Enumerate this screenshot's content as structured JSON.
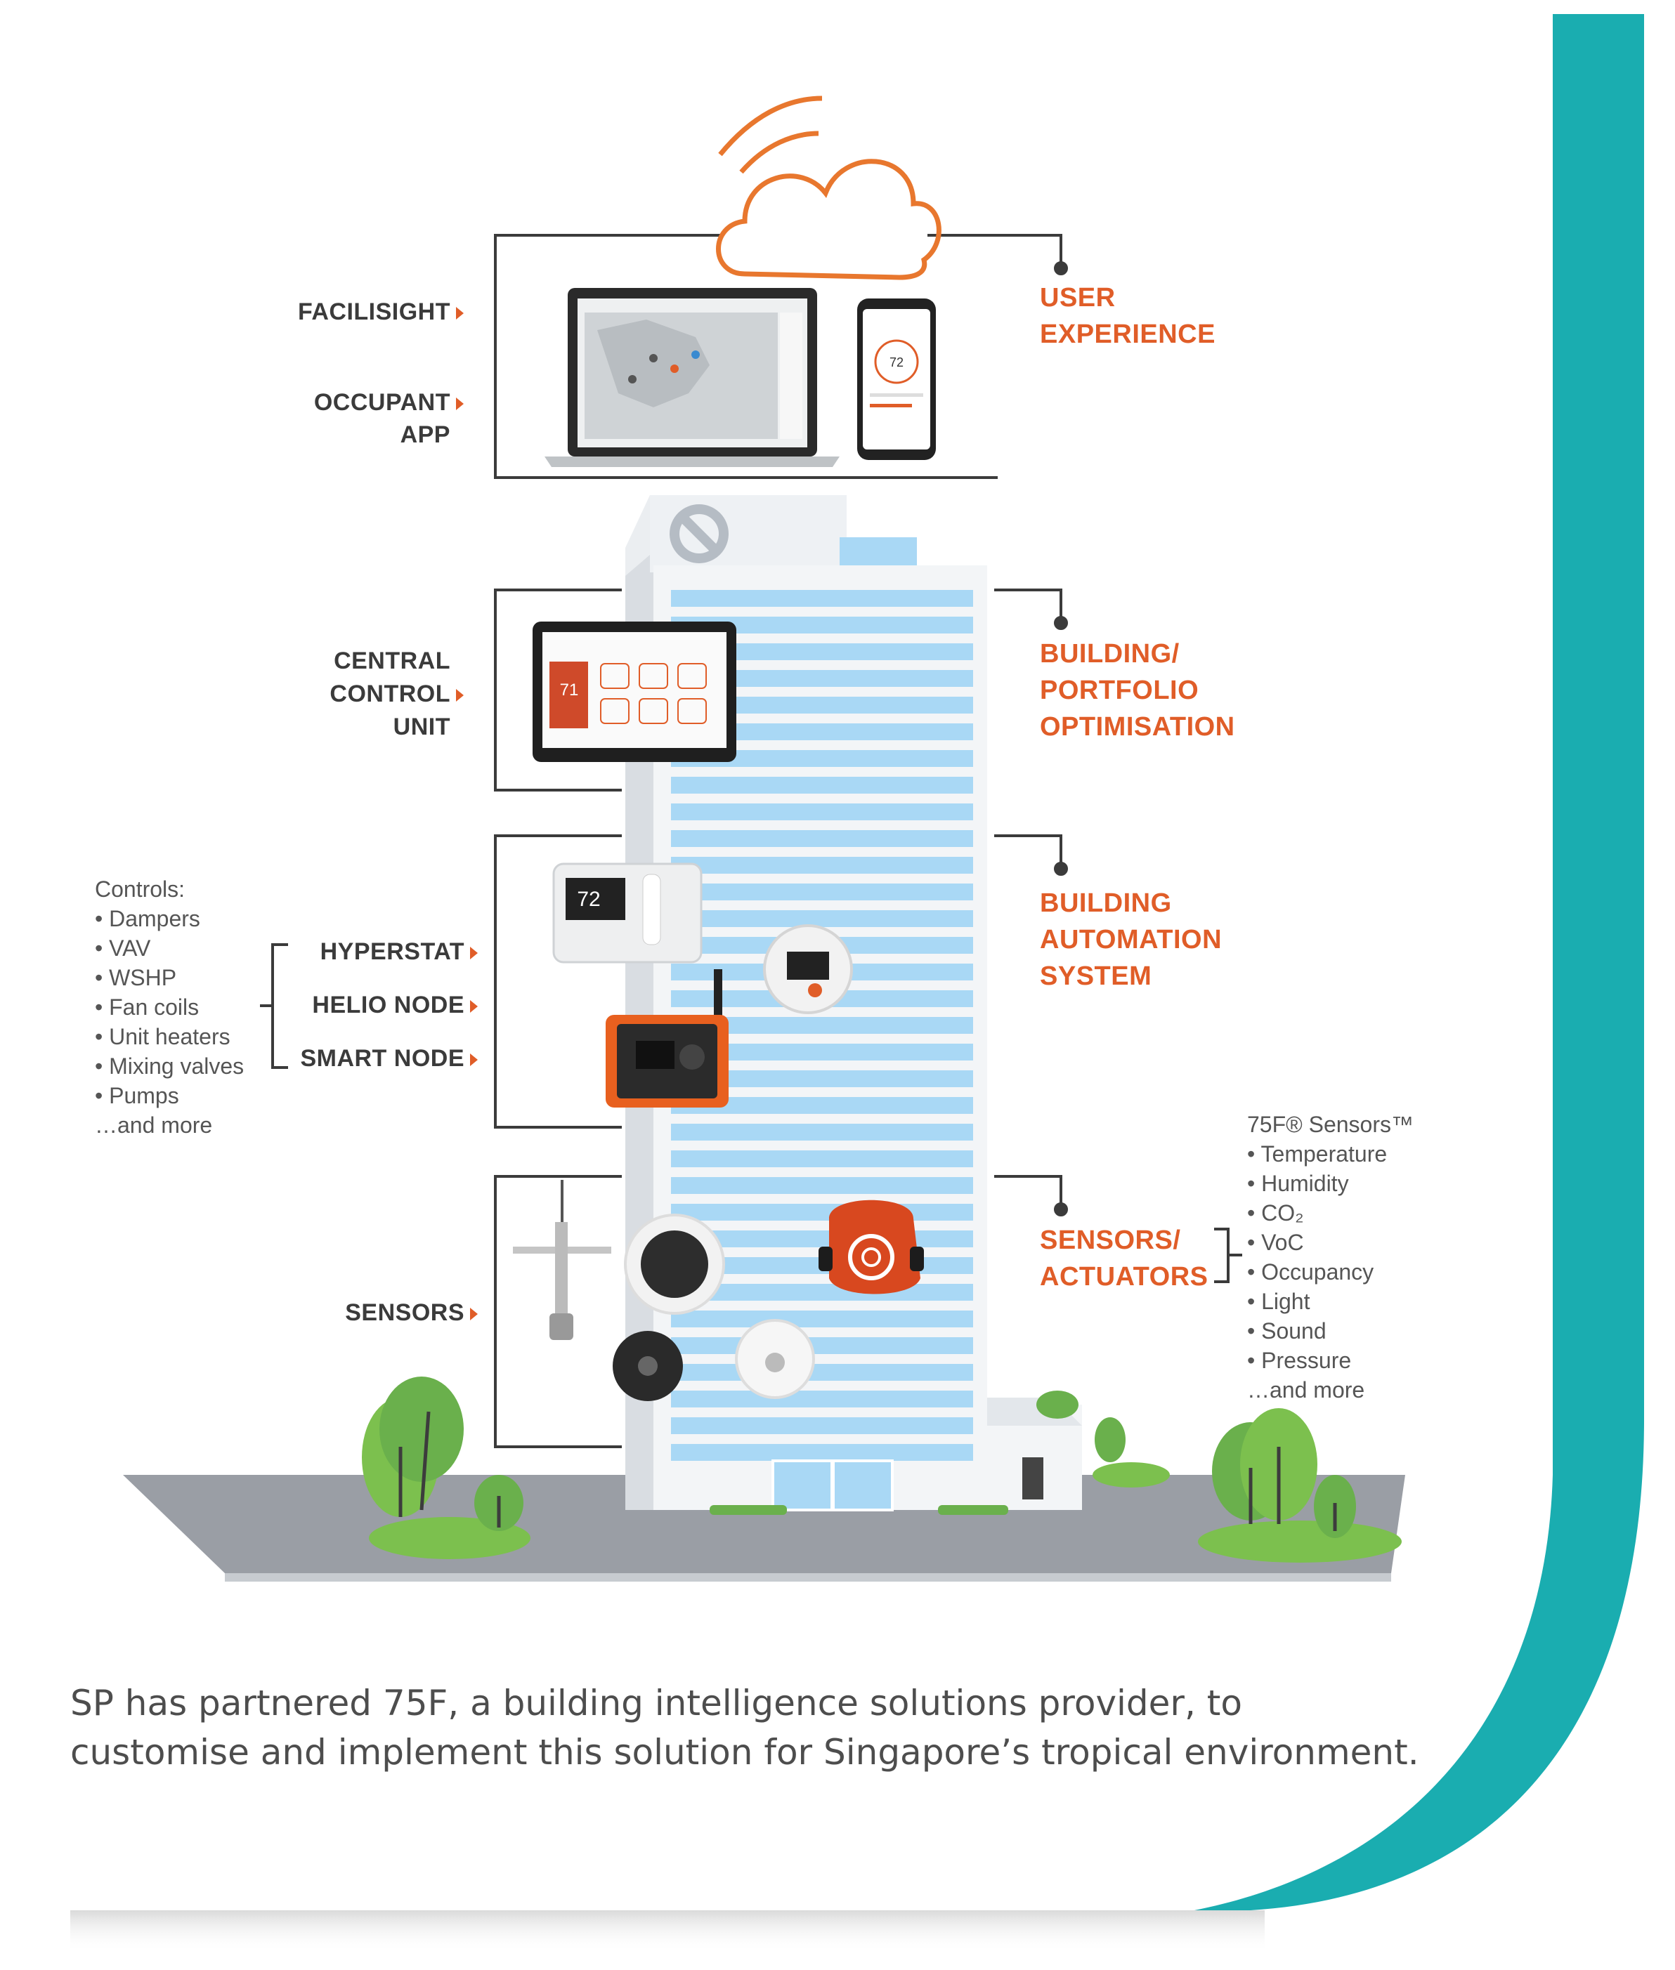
{
  "colors": {
    "accent_orange": "#e05d28",
    "teal_band": "#1aadb0",
    "window_blue": "#a9d8f5",
    "tree_green": "#6ab04c"
  },
  "left_labels": {
    "facilisight": "FACILISIGHT",
    "occupant_app_line1": "OCCUPANT",
    "occupant_app_line2": "APP",
    "central_line1": "CENTRAL",
    "central_line2": "CONTROL",
    "central_line3": "UNIT",
    "hyperstat": "HYPERSTAT",
    "helio_node": "HELIO NODE",
    "smart_node": "SMART NODE",
    "sensors": "SENSORS"
  },
  "right_labels": {
    "user_experience_1": "USER",
    "user_experience_2": "EXPERIENCE",
    "portfolio_1": "BUILDING/",
    "portfolio_2": "PORTFOLIO",
    "portfolio_3": "OPTIMISATION",
    "bas_1": "BUILDING",
    "bas_2": "AUTOMATION",
    "bas_3": "SYSTEM",
    "sensors_act_1": "SENSORS/",
    "sensors_act_2": "ACTUATORS"
  },
  "controls": {
    "title": "Controls:",
    "items": [
      "• Dampers",
      "• VAV",
      "• WSHP",
      "• Fan coils",
      "• Unit heaters",
      "• Mixing valves",
      "• Pumps",
      "…and more"
    ]
  },
  "sensors_list": {
    "title": "75F® Sensors™",
    "items": [
      "• Temperature",
      "• Humidity",
      "• CO₂",
      "• VoC",
      "• Occupancy",
      "• Light",
      "• Sound",
      "• Pressure",
      "…and more"
    ]
  },
  "device_readouts": {
    "ccu_temp": "71",
    "hyperstat_temp": "72",
    "phone_temp": "72"
  },
  "caption": {
    "line1": "SP has partnered 75F, a building intelligence solutions provider, to",
    "line2": "customise and implement this solution for Singapore’s tropical environment."
  },
  "icons": [
    "cloud-icon",
    "laptop-map-icon",
    "phone-app-icon",
    "building-logo-icon",
    "tree-icon"
  ]
}
